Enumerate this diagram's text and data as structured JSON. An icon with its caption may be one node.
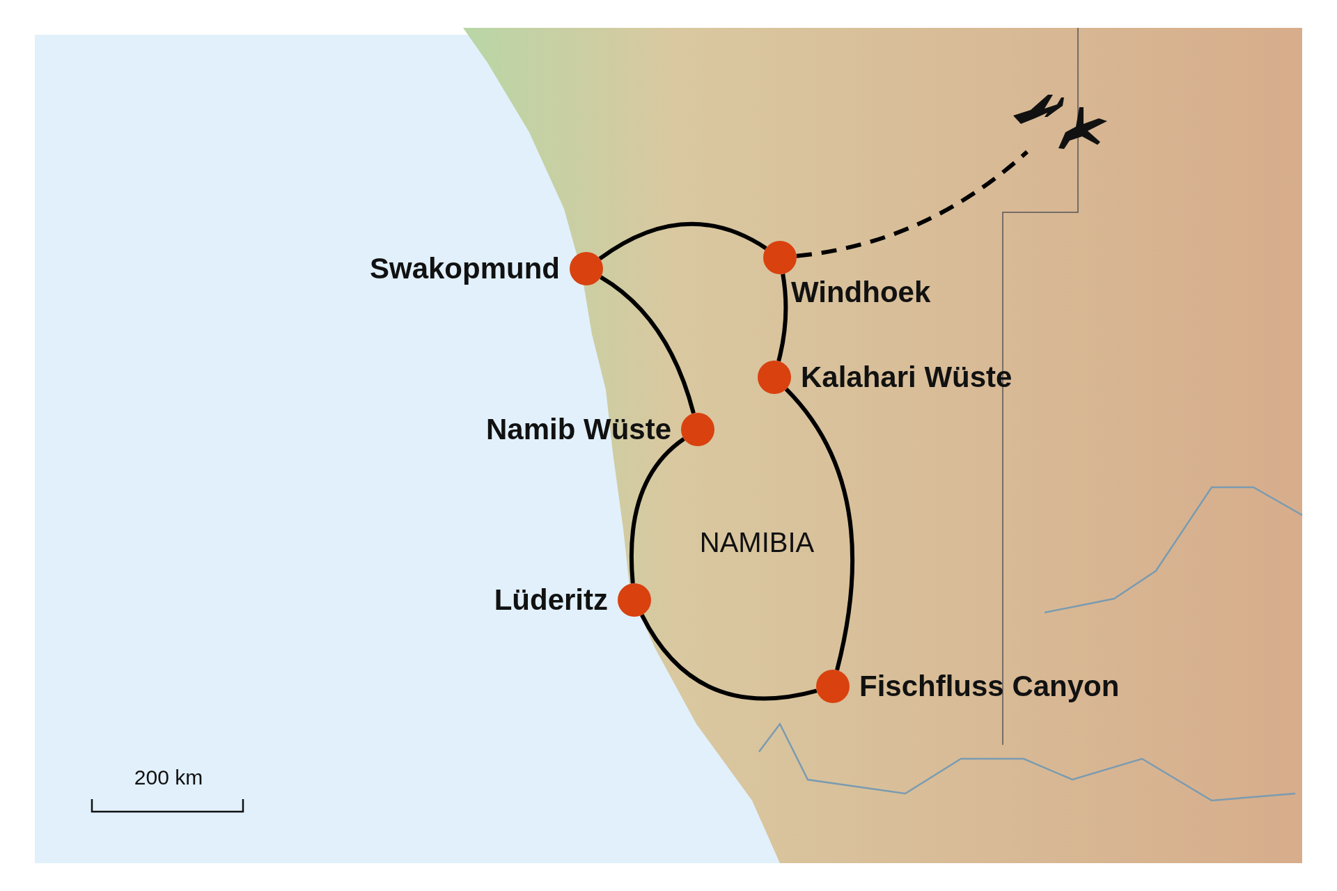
{
  "diagram": {
    "nodes": [
      {
        "text": [],
        "shape": "picture"
      },
      {
        "text": [
          "Swakopmund"
        ]
      },
      {
        "text": [
          "Windhoek"
        ]
      },
      {
        "text": [
          "Kalahari Wüste"
        ]
      },
      {
        "text": [
          "Namib Wüste"
        ]
      },
      {
        "text": [
          "Lüderitz"
        ]
      },
      {
        "text": [
          "Fischfluss Canyon"
        ]
      }
    ],
    "edges": [
      {
        "from": 2,
        "to": 0,
        "arrow": "none",
        "style": "dashed"
      },
      {
        "from": 1,
        "to": 2,
        "arrow": "none"
      },
      {
        "from": 1,
        "to": 4,
        "arrow": "none"
      },
      {
        "from": 4,
        "to": 5,
        "arrow": "none"
      },
      {
        "from": 5,
        "to": 6,
        "arrow": "none"
      },
      {
        "from": 6,
        "to": 3,
        "arrow": "none"
      },
      {
        "from": 3,
        "to": 2,
        "arrow": "none"
      }
    ],
    "labels": [
      "NAMIBIA",
      "200 km"
    ]
  }
}
